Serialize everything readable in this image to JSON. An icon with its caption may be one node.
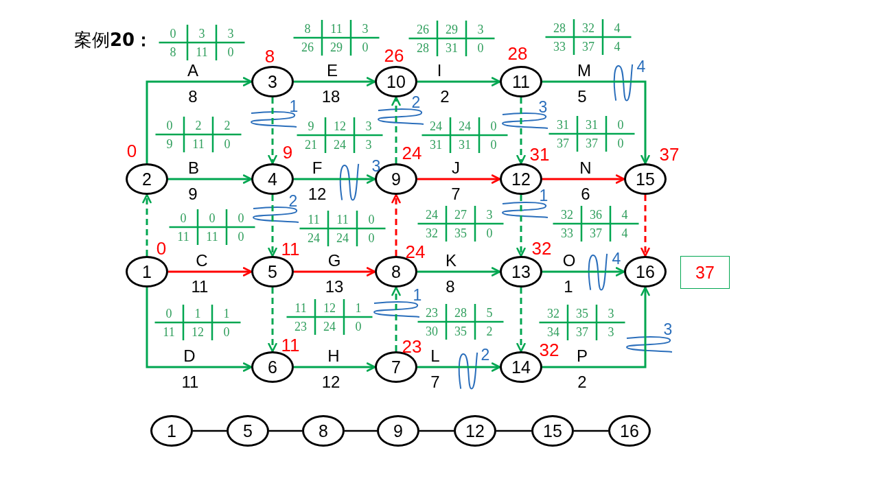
{
  "diagram": {
    "title": "案例**20：**",
    "nodes": [
      {
        "text": [
          "3"
        ],
        "beside": [
          "8"
        ]
      },
      {
        "text": [
          "10"
        ],
        "beside": [
          "26"
        ]
      },
      {
        "text": [
          "11"
        ],
        "beside": [
          "28"
        ]
      },
      {
        "text": [
          "2"
        ],
        "beside": [
          "0"
        ]
      },
      {
        "text": [
          "4"
        ],
        "beside": [
          "9"
        ]
      },
      {
        "text": [
          "9"
        ],
        "beside": [
          "24"
        ]
      },
      {
        "text": [
          "12"
        ],
        "beside": [
          "31"
        ]
      },
      {
        "text": [
          "15"
        ],
        "beside": [
          "37"
        ]
      },
      {
        "text": [
          "1"
        ],
        "beside": [
          "0"
        ]
      },
      {
        "text": [
          "5"
        ],
        "beside": [
          "11"
        ]
      },
      {
        "text": [
          "8"
        ],
        "beside": [
          "24"
        ]
      },
      {
        "text": [
          "13"
        ],
        "beside": [
          "32"
        ]
      },
      {
        "text": [
          "16"
        ]
      },
      {
        "text": [
          "37"
        ]
      },
      {
        "text": [
          "6"
        ],
        "beside": [
          "11"
        ]
      },
      {
        "text": [
          "7"
        ],
        "beside": [
          "23"
        ]
      },
      {
        "text": [
          "14"
        ],
        "beside": [
          "32"
        ]
      },
      {
        "text": [
          "1"
        ]
      },
      {
        "text": [
          "5"
        ]
      },
      {
        "text": [
          "8"
        ]
      },
      {
        "text": [
          "9"
        ]
      },
      {
        "text": [
          "12"
        ]
      },
      {
        "text": [
          "15"
        ]
      },
      {
        "text": [
          "16"
        ]
      }
    ],
    "edges": [
      {
        "from": 3,
        "to": 0,
        "arrow": "to",
        "label": "A"
      },
      {
        "from": 3,
        "to": 4,
        "arrow": "to",
        "label": "B"
      },
      {
        "from": 8,
        "to": 9,
        "arrow": "to",
        "label": "C",
        "color": "#ff0000"
      },
      {
        "from": 8,
        "to": 14,
        "arrow": "to",
        "label": "D"
      },
      {
        "from": 0,
        "to": 1,
        "arrow": "to",
        "label": "E"
      },
      {
        "from": 4,
        "to": 5,
        "arrow": "to",
        "label": "F"
      },
      {
        "from": 9,
        "to": 10,
        "arrow": "to",
        "label": "G",
        "color": "#ff0000"
      },
      {
        "from": 14,
        "to": 15,
        "arrow": "to",
        "label": "H"
      },
      {
        "from": 1,
        "to": 2,
        "arrow": "to",
        "label": "I"
      },
      {
        "from": 5,
        "to": 6,
        "arrow": "to",
        "label": "J",
        "color": "#ff0000"
      },
      {
        "from": 10,
        "to": 11,
        "arrow": "to",
        "label": "K"
      },
      {
        "from": 15,
        "to": 16,
        "arrow": "to",
        "label": "L"
      },
      {
        "from": 2,
        "to": 7,
        "arrow": "to",
        "label": "M"
      },
      {
        "from": 6,
        "to": 7,
        "arrow": "to",
        "label": "N",
        "color": "#ff0000"
      },
      {
        "from": 11,
        "to": 12,
        "arrow": "to",
        "label": "O"
      },
      {
        "from": 16,
        "to": 12,
        "arrow": "to",
        "label": "P"
      },
      {
        "from": 8,
        "to": 3,
        "arrow": "to",
        "style": "dashed"
      },
      {
        "from": 0,
        "to": 4,
        "arrow": "to",
        "style": "dashed"
      },
      {
        "from": 4,
        "to": 9,
        "arrow": "to",
        "style": "dashed"
      },
      {
        "from": 9,
        "to": 14,
        "arrow": "to",
        "style": "dashed"
      },
      {
        "from": 15,
        "to": 10,
        "arrow": "to",
        "style": "dashed"
      },
      {
        "from": 10,
        "to": 5,
        "arrow": "to",
        "style": "dashed",
        "color": "#ff0000"
      },
      {
        "from": 5,
        "to": 1,
        "arrow": "to",
        "style": "dashed"
      },
      {
        "from": 2,
        "to": 6,
        "arrow": "to",
        "style": "dashed"
      },
      {
        "from": 6,
        "to": 11,
        "arrow": "to",
        "style": "dashed"
      },
      {
        "from": 11,
        "to": 16,
        "arrow": "to",
        "style": "dashed"
      },
      {
        "from": 7,
        "to": 12,
        "arrow": "to",
        "style": "dashed",
        "color": "#ff0000"
      },
      {
        "from": 17,
        "to": 18,
        "arrow": "none",
        "color": "#000000"
      },
      {
        "from": 18,
        "to": 19,
        "arrow": "none",
        "color": "#000000"
      },
      {
        "from": 19,
        "to": 20,
        "arrow": "none",
        "color": "#000000"
      },
      {
        "from": 20,
        "to": 21,
        "arrow": "none",
        "color": "#000000"
      },
      {
        "from": 21,
        "to": 22,
        "arrow": "none",
        "color": "#000000"
      },
      {
        "from": 22,
        "to": 23,
        "arrow": "none",
        "color": "#000000"
      }
    ],
    "labels": [
      "0",
      "3",
      "3",
      "8",
      "11",
      "0",
      "8",
      "11",
      "3",
      "26",
      "29",
      "0",
      "26",
      "29",
      "3",
      "28",
      "31",
      "0",
      "28",
      "32",
      "4",
      "33",
      "37",
      "4",
      "8",
      "1",
      "18",
      "2",
      "2",
      "3",
      "5",
      "4",
      "0",
      "2",
      "2",
      "9",
      "11",
      "0",
      "9",
      "12",
      "3",
      "21",
      "24",
      "3",
      "24",
      "24",
      "0",
      "31",
      "31",
      "0",
      "31",
      "31",
      "0",
      "37",
      "37",
      "0",
      "9",
      "2",
      "12",
      "3",
      "7",
      "1",
      "6",
      "0",
      "0",
      "0",
      "11",
      "11",
      "0",
      "11",
      "11",
      "0",
      "24",
      "24",
      "0",
      "24",
      "27",
      "3",
      "32",
      "35",
      "0",
      "32",
      "36",
      "4",
      "33",
      "37",
      "4",
      "11",
      "13",
      "1",
      "8",
      "1",
      "4",
      "0",
      "1",
      "1",
      "11",
      "12",
      "0",
      "11",
      "12",
      "1",
      "23",
      "24",
      "0",
      "23",
      "28",
      "5",
      "30",
      "35",
      "2",
      "32",
      "35",
      "3",
      "34",
      "37",
      "3",
      "3",
      "11",
      "12",
      "7",
      "2",
      "2"
    ]
  }
}
